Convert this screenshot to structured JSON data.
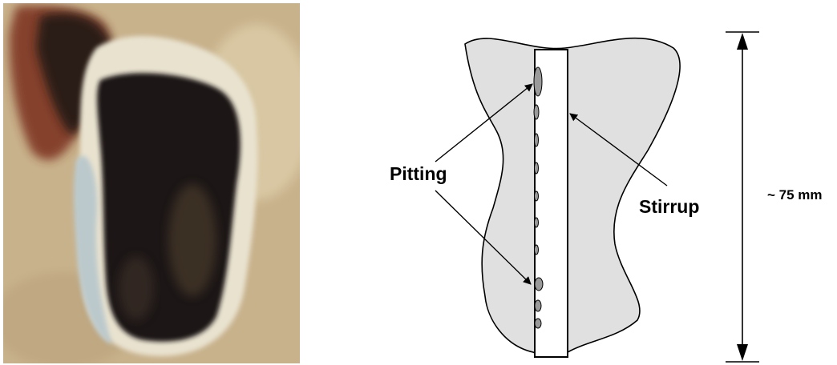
{
  "labels": {
    "pitting": "Pitting",
    "stirrup": "Stirrup",
    "dimension": "~ 75 mm"
  },
  "colors": {
    "concrete_fill": "#e0e0e0",
    "bar_fill": "#ffffff",
    "pit_fill": "#9a9a9a",
    "outline": "#000000",
    "photo_background": "#c8b28c",
    "photo_corrosion": "#1a1714",
    "photo_rust_stain": "#7a2e1c",
    "photo_spalled_edge": "#e8e2cf"
  }
}
